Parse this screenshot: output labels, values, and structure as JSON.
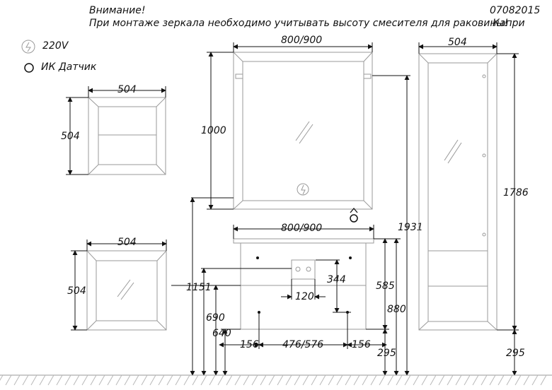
{
  "header": {
    "warning_title": "Внимание!",
    "warning_text": "При монтаже зеркала необходимо учитывать высоту смесителя для раковины!",
    "article_code": "07082015",
    "model_name": "Капри"
  },
  "legend": {
    "power_label": "220V",
    "sensor_label": "ИК Датчик"
  },
  "dimensions": {
    "small_cabinet_width": "504",
    "small_cabinet_height": "504",
    "mirror_cabinet_width": "504",
    "mirror_cabinet_height": "504",
    "mirror_width": "800/900",
    "mirror_height": "1000",
    "vanity_width": "800/900",
    "floor_to_mirror_top": "1931",
    "pipe_height": "1151",
    "vanity_top_height": "880",
    "vanity_mid_height": "690",
    "vanity_body_height": "585",
    "legs_area_height": "640",
    "outlet_zone": "344",
    "outlet_spacing": "120",
    "leg_offset_left": "156",
    "leg_spacing": "476/576",
    "leg_offset_right": "156",
    "leg_height": "295",
    "column_width": "504",
    "column_height": "1786",
    "column_leg_height": "295"
  },
  "colors": {
    "line": "#111111",
    "furniture": "#9a9a9a",
    "floor_hatch": "#b8b8b8"
  }
}
